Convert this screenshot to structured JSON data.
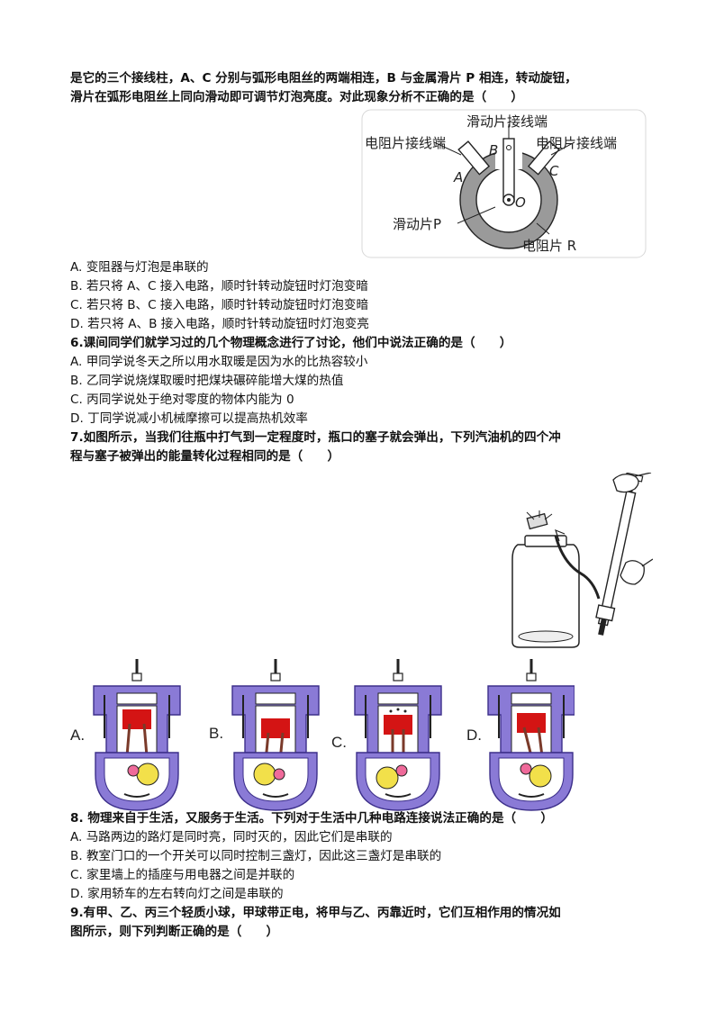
{
  "q5": {
    "line1": "是它的三个接线柱，A、C 分别与弧形电阻丝的两端相连，B 与金属滑片 P 相连，转动旋钮，",
    "line2": "滑片在弧形电阻丝上同向滑动即可调节灯泡亮度。对此现象分析不正确的是（　　）",
    "figure": {
      "slider_terminal": "滑动片接线端",
      "resistor_terminal_left": "电阻片接线端",
      "resistor_terminal_right": "电阻片接线端",
      "label_A": "A",
      "label_B": "B",
      "label_C": "C",
      "label_O": "O",
      "slider_P": "滑动片P",
      "resistor_R": "电阻片 R"
    },
    "options": [
      "A. 变阻器与灯泡是串联的",
      "B. 若只将 A、C 接入电路，顺时针转动旋钮时灯泡变暗",
      "C. 若只将 B、C 接入电路，顺时针转动旋钮时灯泡变暗",
      "D. 若只将 A、B 接入电路，顺时针转动旋钮时灯泡变亮"
    ]
  },
  "q6": {
    "stem": "6.课间同学们就学习过的几个物理概念进行了讨论，他们中说法正确的是（　　）",
    "options": [
      "A. 甲同学说冬天之所以用水取暖是因为水的比热容较小",
      "B. 乙同学说烧煤取暖时把煤块碾碎能增大煤的热值",
      "C. 丙同学说处于绝对零度的物体内能为 0",
      "D. 丁同学说减小机械摩擦可以提高热机效率"
    ]
  },
  "q7": {
    "line1": "7.如图所示，当我们往瓶中打气到一定程度时，瓶口的塞子就会弹出，下列汽油机的四个冲",
    "line2": "程与塞子被弹出的能量转化过程相同的是（　　）",
    "engine_labels": [
      "A.",
      "B.",
      "C.",
      "D."
    ]
  },
  "q8": {
    "stem": "8. 物理来自于生活，又服务于生活。下列对于生活中几种电路连接说法正确的是（　　）",
    "options": [
      "A. 马路两边的路灯是同时亮，同时灭的，因此它们是串联的",
      "B. 教室门口的一个开关可以同时控制三盏灯，因此这三盏灯是串联的",
      "C. 家里墙上的插座与用电器之间是并联的",
      "D. 家用轿车的左右转向灯之间是串联的"
    ]
  },
  "q9": {
    "line1": "9.有甲、乙、丙三个轻质小球，甲球带正电，将甲与乙、丙靠近时，它们互相作用的情况如",
    "line2": "图所示，则下列判断正确的是（　　）"
  }
}
